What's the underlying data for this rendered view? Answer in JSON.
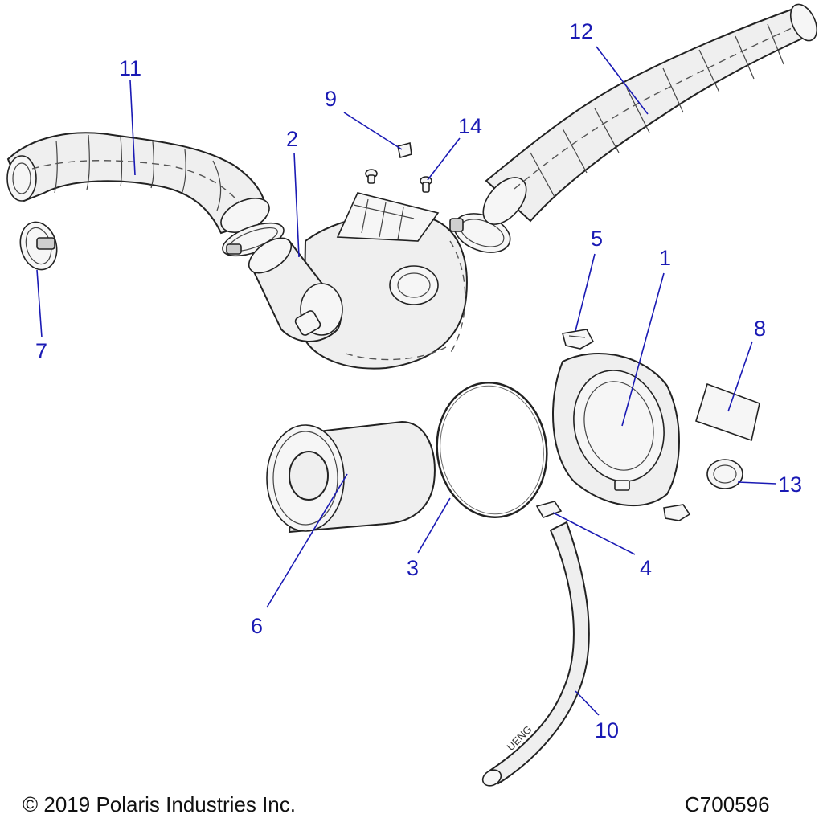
{
  "callouts": [
    {
      "id": "1",
      "label": "1"
    },
    {
      "id": "2",
      "label": "2"
    },
    {
      "id": "3",
      "label": "3"
    },
    {
      "id": "4",
      "label": "4"
    },
    {
      "id": "5",
      "label": "5"
    },
    {
      "id": "6",
      "label": "6"
    },
    {
      "id": "7",
      "label": "7"
    },
    {
      "id": "8",
      "label": "8"
    },
    {
      "id": "9",
      "label": "9"
    },
    {
      "id": "10",
      "label": "10"
    },
    {
      "id": "11",
      "label": "11"
    },
    {
      "id": "12",
      "label": "12"
    },
    {
      "id": "13",
      "label": "13"
    },
    {
      "id": "14",
      "label": "14"
    }
  ],
  "footer": {
    "copyright": "© 2019 Polaris Industries Inc.",
    "diagram_code": "C700596"
  },
  "hose_marking": "UENG",
  "colors": {
    "callout": "#1a1ab4",
    "line_art": "#222222",
    "background": "#ffffff"
  }
}
